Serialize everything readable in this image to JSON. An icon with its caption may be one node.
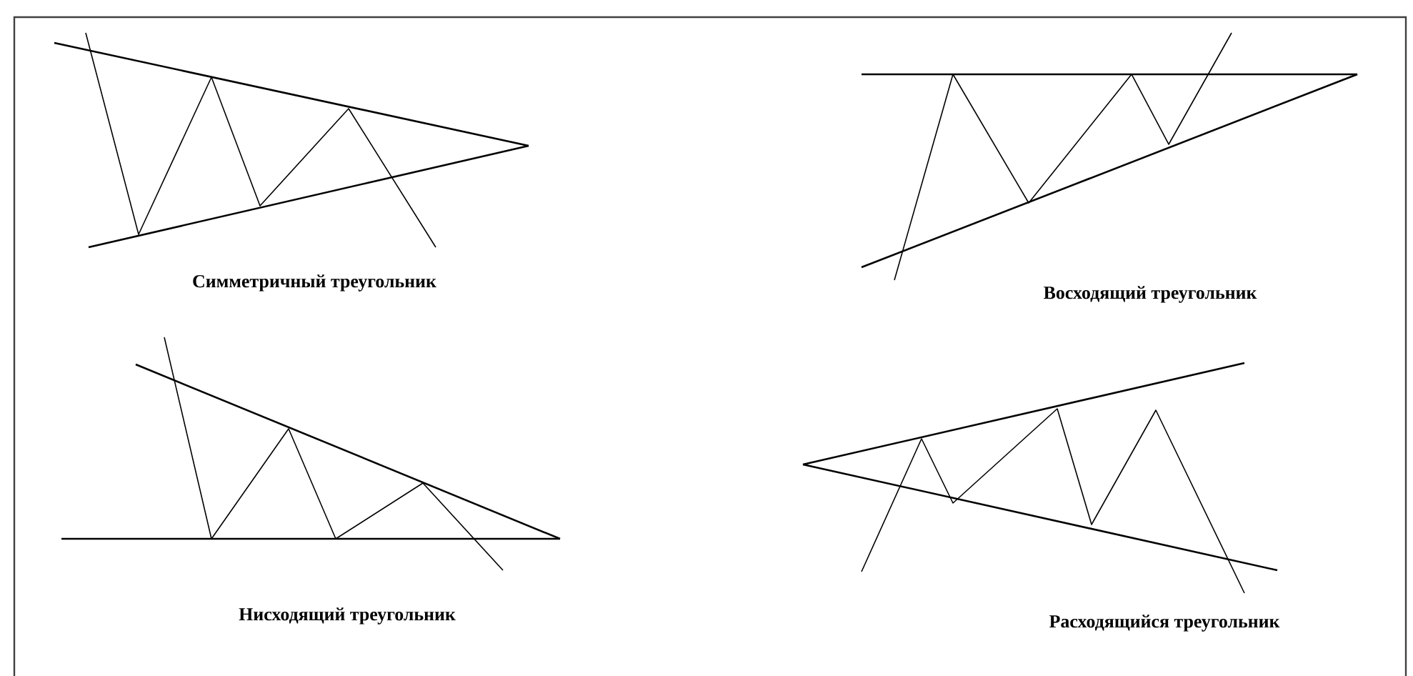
{
  "diagram": {
    "labels": [
      "Симметричный треугольник",
      "Восходящий треугольник",
      "Нисходящий треугольник",
      "Расходящийся треугольник"
    ]
  }
}
